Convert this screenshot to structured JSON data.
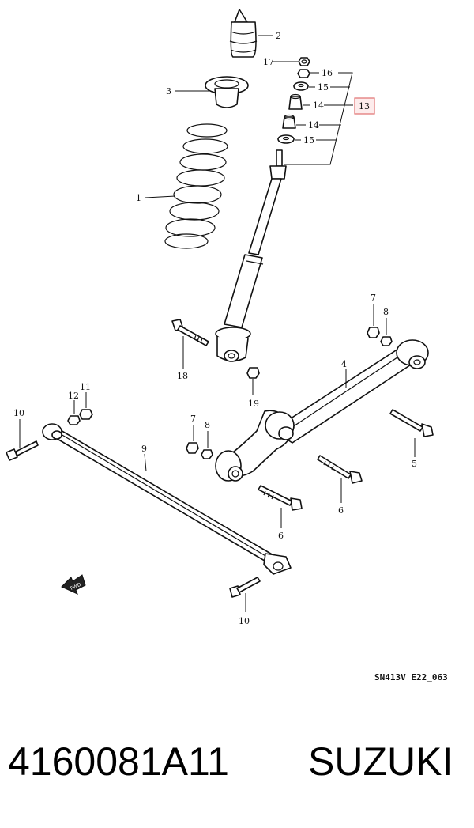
{
  "diagram": {
    "callouts": {
      "c1": "1",
      "c2": "2",
      "c3": "3",
      "c4": "4",
      "c5": "5",
      "c6a": "6",
      "c6b": "6",
      "c7a": "7",
      "c7b": "7",
      "c8a": "8",
      "c8b": "8",
      "c9": "9",
      "c10a": "10",
      "c10b": "10",
      "c11": "11",
      "c12": "12",
      "c13": "13",
      "c14a": "14",
      "c14b": "14",
      "c15a": "15",
      "c15b": "15",
      "c16": "16",
      "c17": "17",
      "c18": "18",
      "c19": "19"
    },
    "highlight_color": "#e07070",
    "fwd_label": "FWD",
    "drawing_code": "SN413V E22_063"
  },
  "caption": {
    "part_number": "4160081A11",
    "brand": "SUZUKI"
  }
}
